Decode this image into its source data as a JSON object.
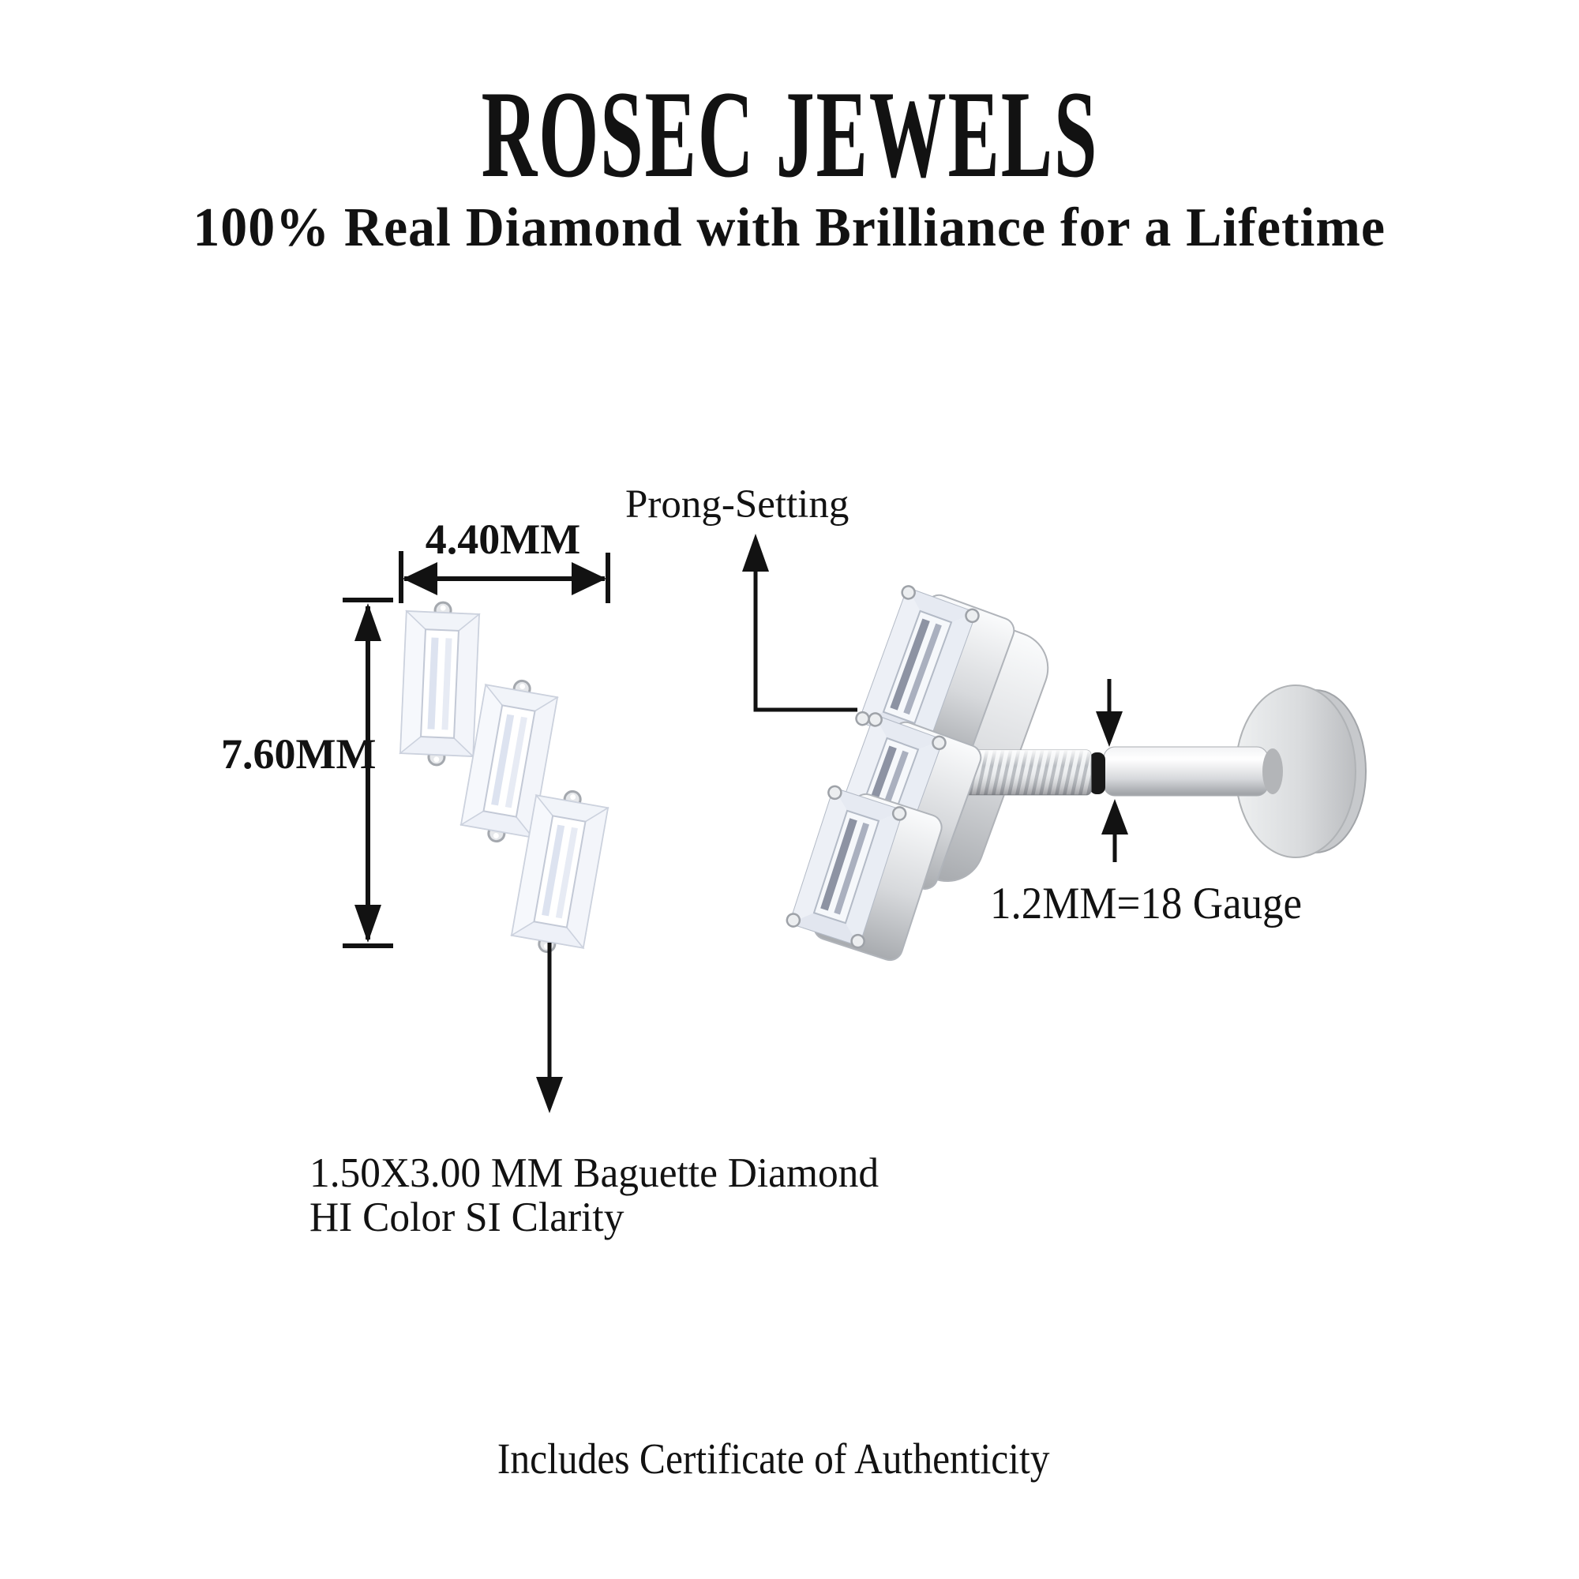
{
  "header": {
    "brand": "ROSEC JEWELS",
    "tagline": "100% Real Diamond with Brilliance for a Lifetime"
  },
  "front_view": {
    "width_label": "4.40MM",
    "height_label": "7.60MM",
    "prong_label": "Prong-Setting",
    "note_line1": "1.50X3.00 MM Baguette Diamond",
    "note_line2": "HI Color SI Clarity",
    "stone_count": 3,
    "stone_shape": "baguette"
  },
  "side_view": {
    "gauge_label": "1.2MM=18 Gauge",
    "back_type": "flat disc labret with threaded post"
  },
  "footer": {
    "certificate_note": "Includes Certificate of Authenticity"
  },
  "colors": {
    "ink": "#121212",
    "facet_stroke": "#c3c9d6",
    "metal_light": "#f6f7f8",
    "metal_mid": "#d4d6d9",
    "metal_dark": "#9fa3a8",
    "oring": "#181818",
    "bg": "#ffffff"
  }
}
